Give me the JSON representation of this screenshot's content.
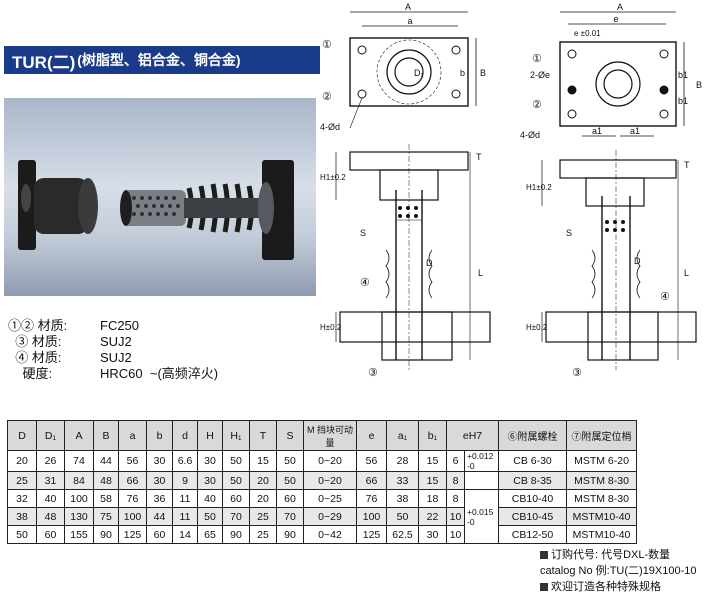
{
  "title": {
    "main": "TUR(二)",
    "sub": "(树脂型、铝合金、铜合金)"
  },
  "materials": [
    {
      "label": "①② 材质:",
      "value": "FC250"
    },
    {
      "label": "  ③ 材质:",
      "value": "SUJ2"
    },
    {
      "label": "  ④ 材质:",
      "value": "SUJ2"
    },
    {
      "label": "    硬度:",
      "value": "HRC60  ~(高频淬火)"
    }
  ],
  "drawing_labels": {
    "A": "A",
    "a": "a",
    "b": "b",
    "B": "B",
    "D1": "D₁",
    "d4": "4-Ød",
    "e": "e",
    "e_tol": "e ±0.01",
    "e2": "2-Øe",
    "a1": "a1",
    "b1": "b1",
    "H1": "H1±0.2",
    "H2": "H±0.2",
    "S": "S",
    "D": "D",
    "L": "L",
    "T": "T",
    "c1": "①",
    "c2": "②",
    "c3": "③",
    "c4": "④"
  },
  "table": {
    "headers": [
      "D",
      "D₁",
      "A",
      "B",
      "a",
      "b",
      "d",
      "H",
      "H₁",
      "T",
      "S",
      "M 挡块可动量",
      "e",
      "a₁",
      "b₁",
      "eH7",
      "",
      "⑥附属螺栓",
      "⑦附属定位梢"
    ],
    "rows": [
      {
        "D": "20",
        "D1": "26",
        "A": "74",
        "B": "44",
        "a": "56",
        "b": "30",
        "d": "6.6",
        "H": "30",
        "H1": "50",
        "T": "15",
        "S": "50",
        "M": "0~20",
        "e": "56",
        "a1": "28",
        "b1": "15",
        "eH7": "6",
        "bolt": "CB  6-30",
        "pin": "MSTM  6-20"
      },
      {
        "D": "25",
        "D1": "31",
        "A": "84",
        "B": "48",
        "a": "66",
        "b": "30",
        "d": "9",
        "H": "30",
        "H1": "50",
        "T": "20",
        "S": "50",
        "M": "0~20",
        "e": "66",
        "a1": "33",
        "b1": "15",
        "eH7": "8",
        "bolt": "CB  8-35",
        "pin": "MSTM  8-30"
      },
      {
        "D": "32",
        "D1": "40",
        "A": "100",
        "B": "58",
        "a": "76",
        "b": "36",
        "d": "11",
        "H": "40",
        "H1": "60",
        "T": "20",
        "S": "60",
        "M": "0~25",
        "e": "76",
        "a1": "38",
        "b1": "18",
        "eH7": "8",
        "bolt": "CB10-40",
        "pin": "MSTM  8-30"
      },
      {
        "D": "38",
        "D1": "48",
        "A": "130",
        "B": "75",
        "a": "100",
        "b": "44",
        "d": "11",
        "H": "50",
        "H1": "70",
        "T": "25",
        "S": "70",
        "M": "0~29",
        "e": "100",
        "a1": "50",
        "b1": "22",
        "eH7": "10",
        "bolt": "CB10-45",
        "pin": "MSTM10-40"
      },
      {
        "D": "50",
        "D1": "60",
        "A": "155",
        "B": "90",
        "a": "125",
        "b": "60",
        "d": "14",
        "H": "65",
        "H1": "90",
        "T": "25",
        "S": "90",
        "M": "0~42",
        "e": "125",
        "a1": "62.5",
        "b1": "30",
        "eH7": "10",
        "bolt": "CB12-50",
        "pin": "MSTM10-40"
      }
    ],
    "tol1": "+0.012\n-0",
    "tol2": "+0.015\n-0"
  },
  "order": {
    "line1": "订购代号: 代号DXL-数量",
    "line2": "catalog No 例:TU(二)19X100-10",
    "line3": "欢迎订造各种特殊规格"
  }
}
